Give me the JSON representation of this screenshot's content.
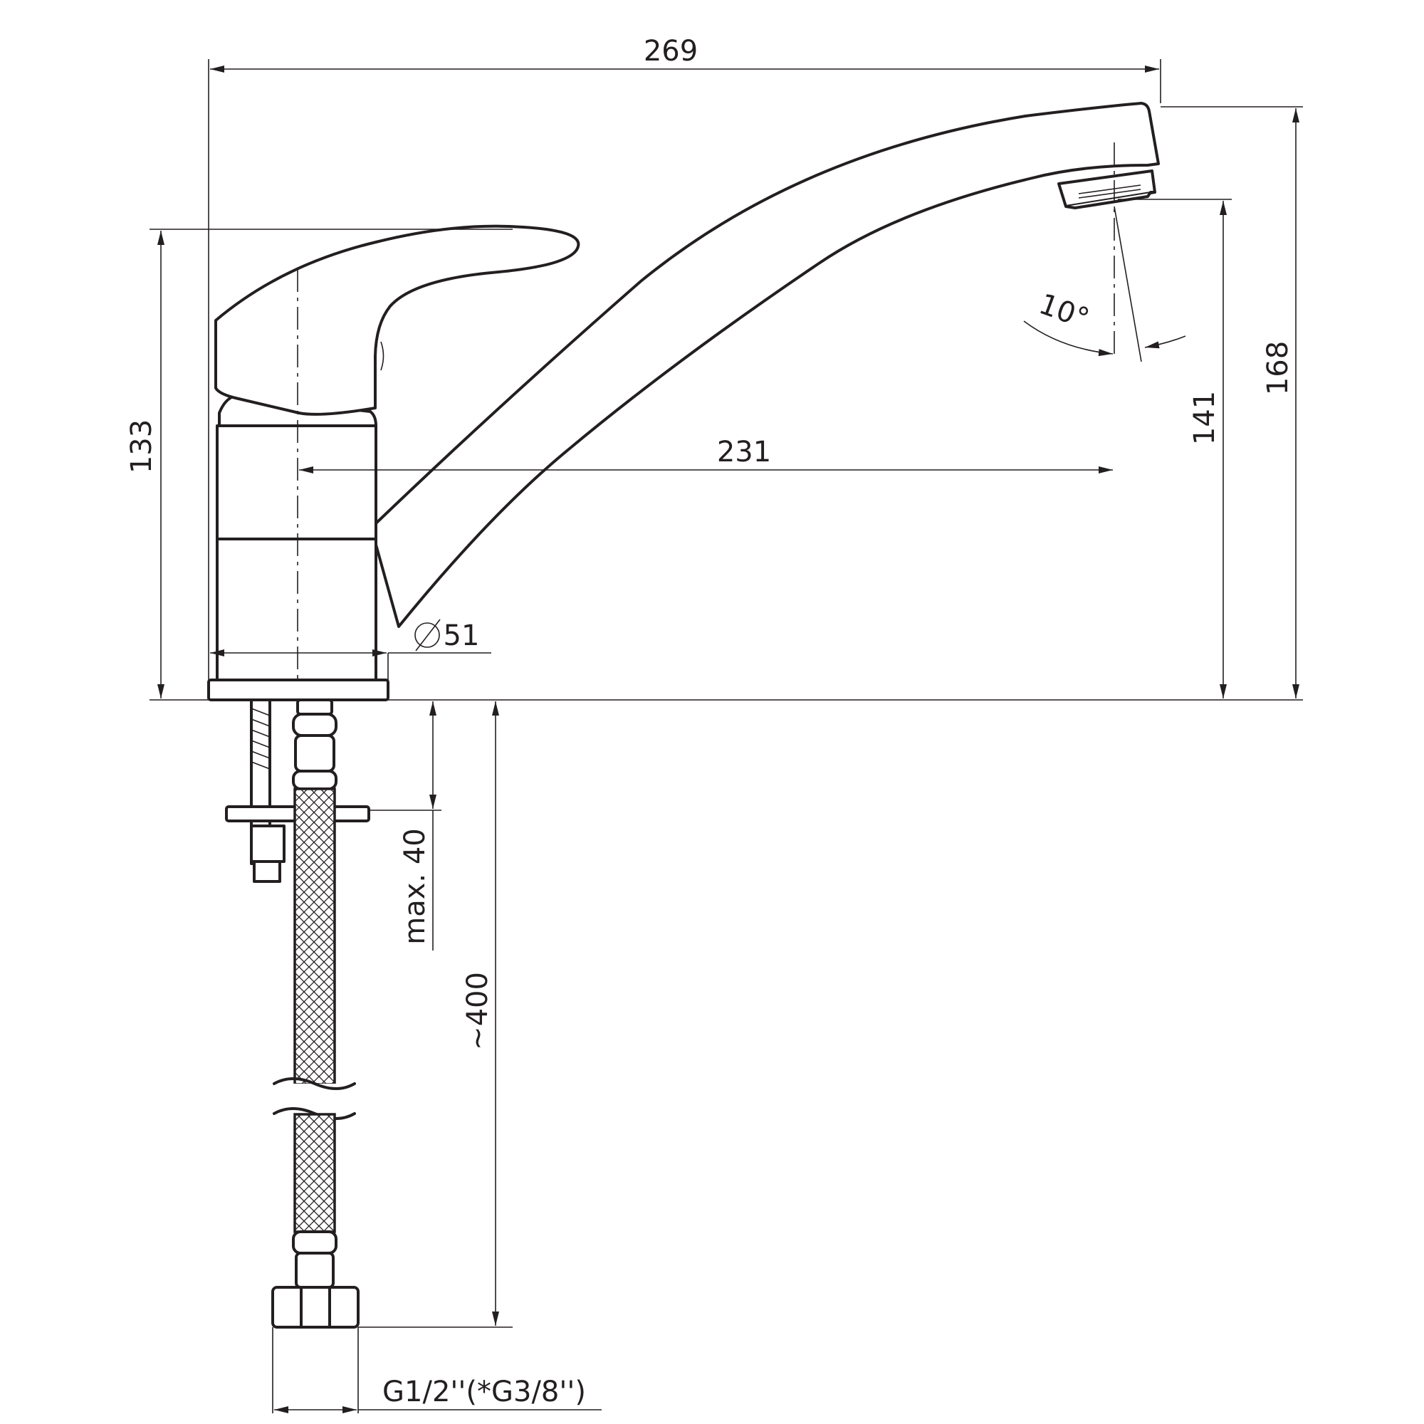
{
  "drawing": {
    "colors": {
      "line": "#231f20",
      "background": "#ffffff"
    },
    "dimensions": {
      "overall_length": "269",
      "spout_reach": "231",
      "lever_height": "133",
      "outlet_height": "141",
      "total_height": "168",
      "body_diameter": "51",
      "aerator_angle": "10°",
      "max_deck_thickness": "max. 40",
      "hose_length": "~400",
      "thread_size": "G1/2''(*G3/8'')"
    },
    "icons": {
      "diameter": "diameter-symbol-icon"
    }
  }
}
